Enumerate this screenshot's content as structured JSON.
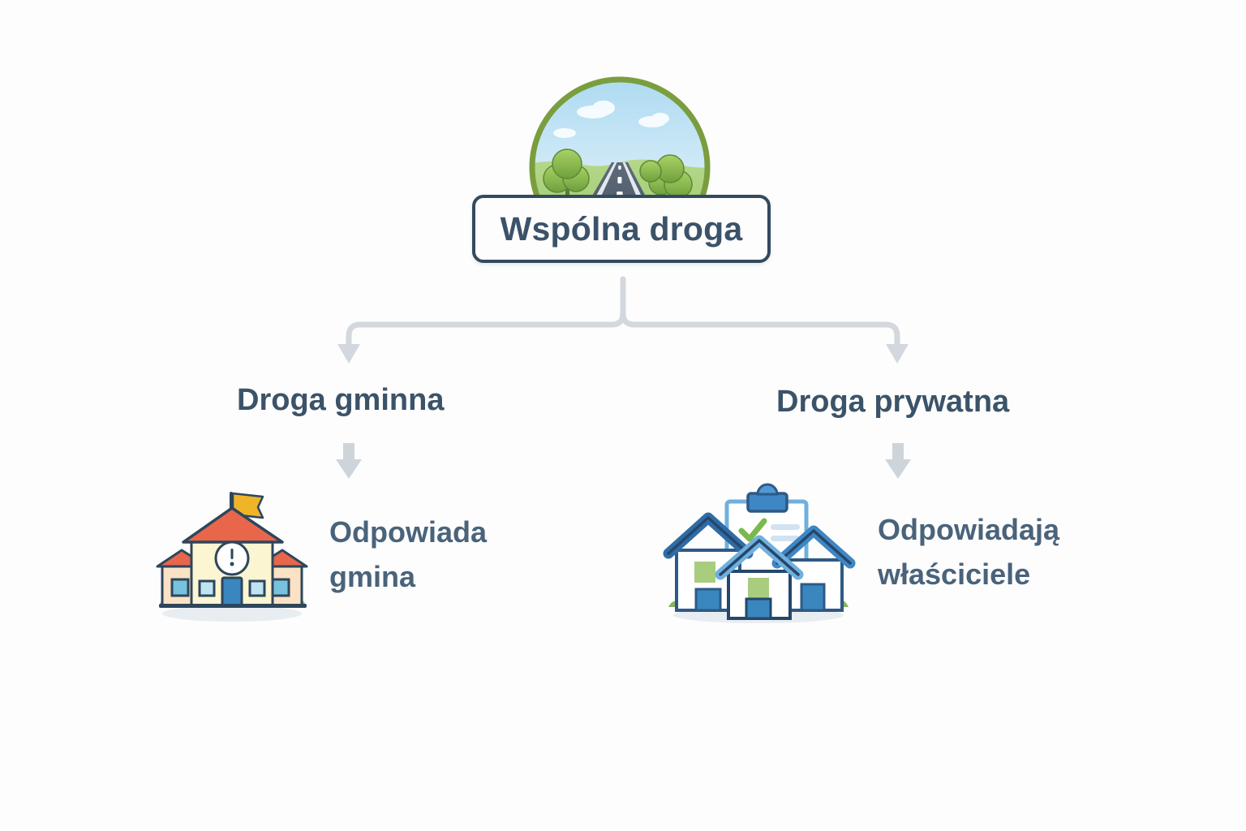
{
  "diagram": {
    "background_color": "#fdfdfd",
    "accent_color": "#3b5369",
    "connector_color": "#d3d8de",
    "ring_color": "#7a9e3f"
  },
  "root": {
    "title": "Wspólna droga",
    "emblem_name": "road-emblem-icon",
    "border_color": "#34495e"
  },
  "branches": [
    {
      "label": "Droga gminna",
      "icon_name": "town-hall-icon",
      "leaf_text": "Odpowiada\ngmina"
    },
    {
      "label": "Droga prywatna",
      "icon_name": "houses-with-clipboard-icon",
      "leaf_text": "Odpowiadają\nwłaściciele"
    }
  ]
}
